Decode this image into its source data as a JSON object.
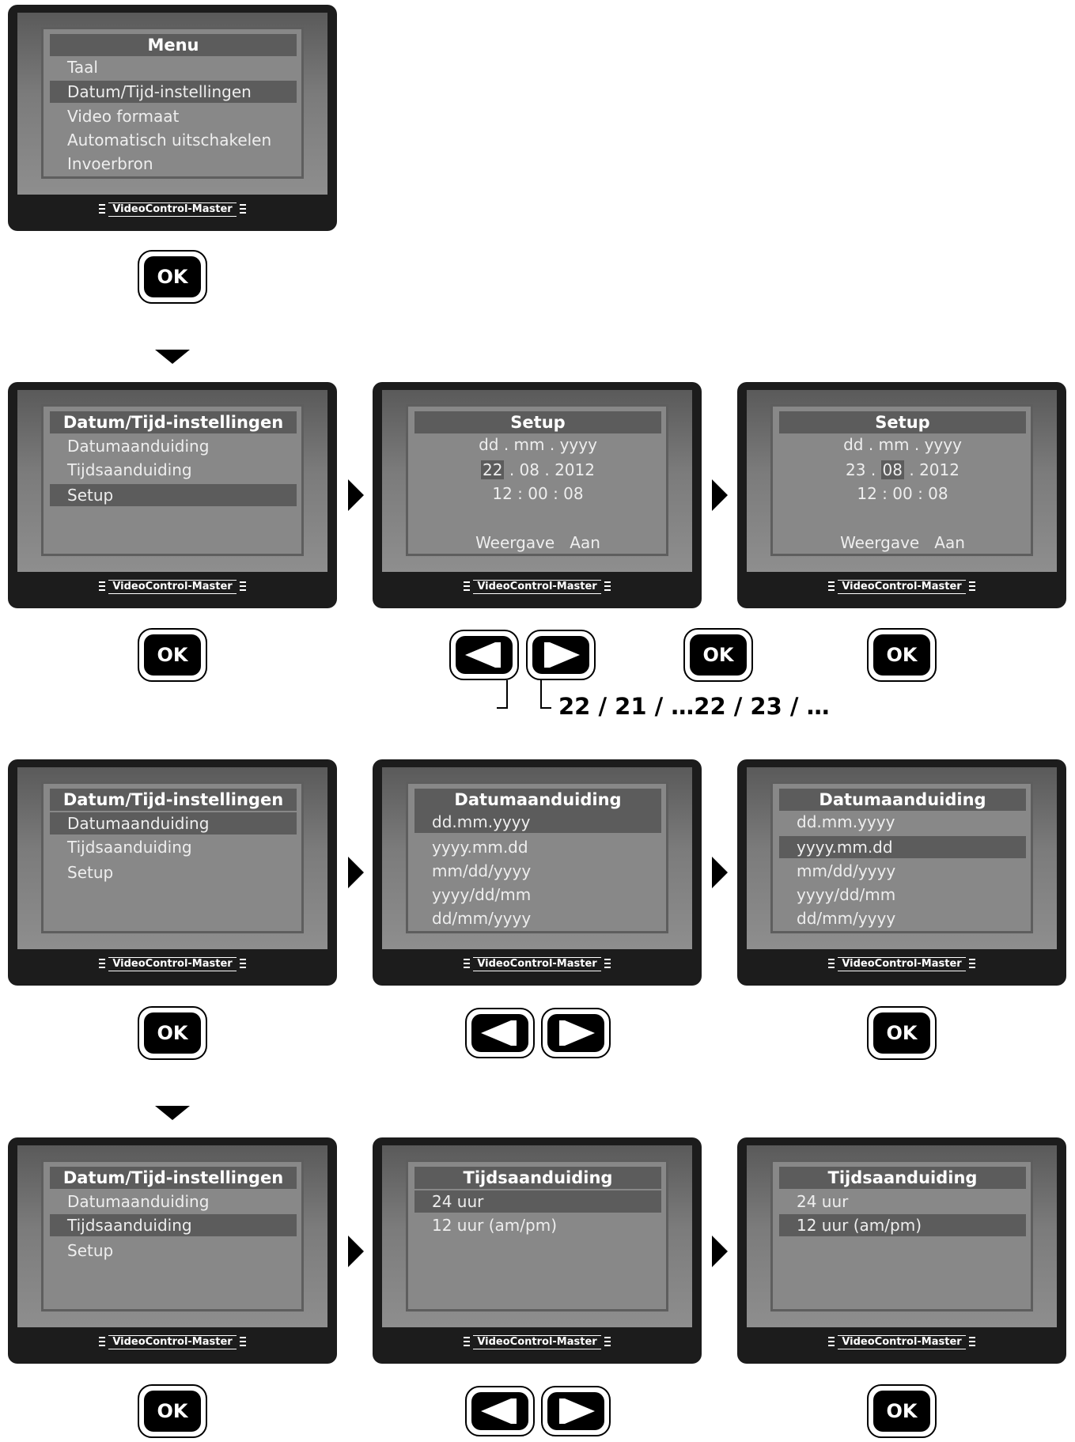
{
  "brand": "VideoControl-Master",
  "ok_label": "OK",
  "screens": {
    "menu": {
      "title": "Menu",
      "items": [
        "Taal",
        "Datum/Tijd-instellingen",
        "Video formaat",
        "Automatisch uitschakelen",
        "Invoerbron"
      ],
      "selected": 1
    },
    "dt_setup": {
      "title": "Datum/Tijd-instellingen",
      "items": [
        "Datumaanduiding",
        "Tijdsaanduiding",
        "Setup"
      ],
      "selected": 2
    },
    "setup1": {
      "title": "Setup",
      "format": "dd . mm . yyyy",
      "date_day": "22",
      "date_rest": ". 08 . 2012",
      "time": "12 : 00 : 08",
      "display": "Weergave   Aan"
    },
    "setup2": {
      "title": "Setup",
      "format": "dd . mm . yyyy",
      "date_day": "23 .",
      "date_month": "08",
      "date_year": ". 2012",
      "time": "12 : 00 : 08",
      "display": "Weergave   Aan"
    },
    "dt_date": {
      "title": "Datum/Tijd-instellingen",
      "items": [
        "Datumaanduiding",
        "Tijdsaanduiding",
        "Setup"
      ],
      "selected": 0
    },
    "datum1": {
      "title": "Datumaanduiding",
      "items": [
        "dd.mm.yyyy",
        "yyyy.mm.dd",
        "mm/dd/yyyy",
        "yyyy/dd/mm",
        "dd/mm/yyyy"
      ],
      "selected": 0
    },
    "datum2": {
      "title": "Datumaanduiding",
      "items": [
        "dd.mm.yyyy",
        "yyyy.mm.dd",
        "mm/dd/yyyy",
        "yyyy/dd/mm",
        "dd/mm/yyyy"
      ],
      "selected": 1
    },
    "dt_time": {
      "title": "Datum/Tijd-instellingen",
      "items": [
        "Datumaanduiding",
        "Tijdsaanduiding",
        "Setup"
      ],
      "selected": 1
    },
    "tijd1": {
      "title": "Tijdsaanduiding",
      "items": [
        "24 uur",
        "12 uur (am/pm)"
      ],
      "selected": 0
    },
    "tijd2": {
      "title": "Tijdsaanduiding",
      "items": [
        "24 uur",
        "12 uur (am/pm)"
      ],
      "selected": 1
    }
  },
  "sequence_label": "22 / 21 / …22 / 23 / …"
}
